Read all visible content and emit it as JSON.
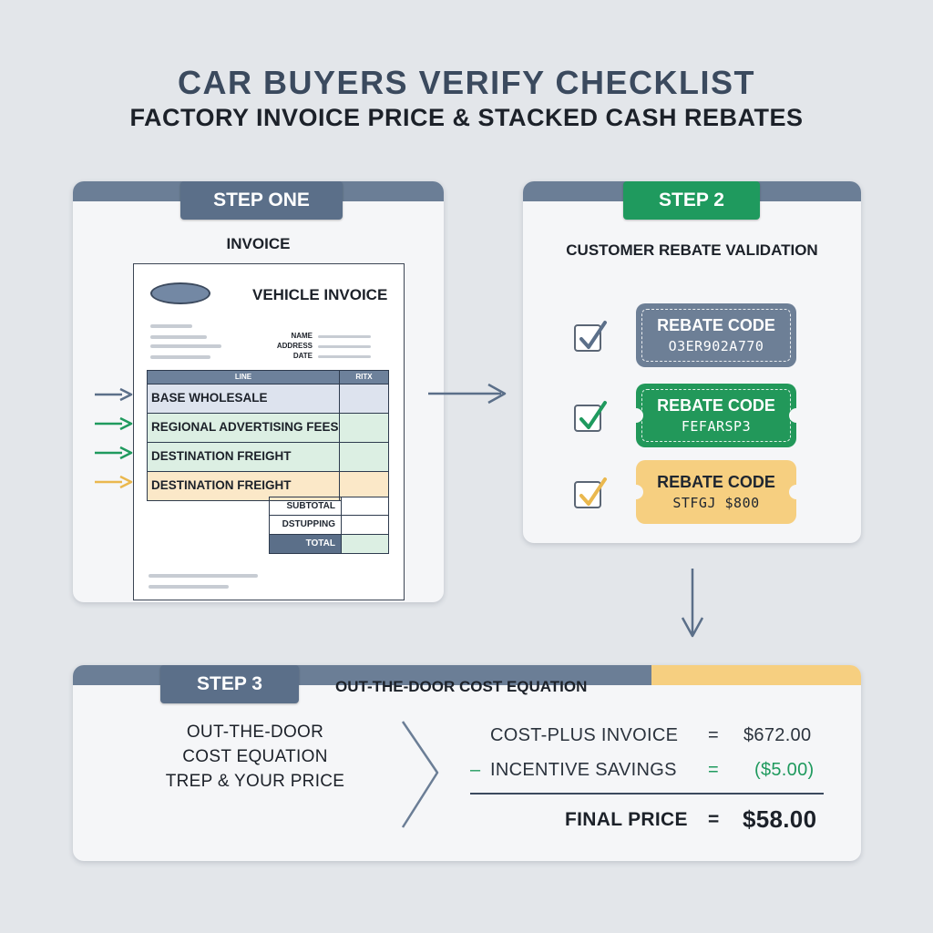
{
  "header": {
    "title": "CAR BUYERS VERIFY CHECKLIST",
    "subtitle": "FACTORY INVOICE  PRICE  &  STACKED CASH REBATES"
  },
  "step1": {
    "tab": "STEP ONE",
    "heading": "INVOICE",
    "paper_title": "VEHICLE INVOICE",
    "fields": [
      "NAME",
      "ADDRESS",
      "DATE"
    ],
    "table_headers": [
      "LINE",
      "RITX"
    ],
    "rows": [
      {
        "label": "BASE WHOLESALE",
        "fill": "#dde3ee",
        "arrow_color": "#5b6f89"
      },
      {
        "label": "REGIONAL ADVERTISING FEES",
        "fill": "#dcefe3",
        "arrow_color": "#1f9a5e"
      },
      {
        "label": "DESTINATION FREIGHT",
        "fill": "#dcefe3",
        "arrow_color": "#1f9a5e"
      },
      {
        "label": "DESTINATION FREIGHT",
        "fill": "#fbe8c8",
        "arrow_color": "#eab84e"
      }
    ],
    "summary": [
      "SUBTOTAL",
      "DSTUPPING",
      "TOTAL"
    ]
  },
  "step2": {
    "tab": "STEP 2",
    "heading": "CUSTOMER REBATE VALIDATION",
    "coupons": [
      {
        "name": "REBATE CODE",
        "code": "O3ER902A770",
        "style": "slate",
        "check_color": "#5b6f89"
      },
      {
        "name": "REBATE CODE",
        "code": "FEFARSP3",
        "style": "green",
        "check_color": "#1f9a5e"
      },
      {
        "name": "REBATE CODE",
        "code": "STFGJ $800",
        "style": "gold",
        "check_color": "#eab84e"
      }
    ]
  },
  "step3": {
    "tab": "STEP 3",
    "heading": "OUT-THE-DOOR COST EQUATION",
    "left_lines": [
      "OUT-THE-DOOR",
      "COST EQUATION",
      "TREP & YOUR PRICE"
    ],
    "lines": [
      {
        "sign": "",
        "label": "COST-PLUS INVOICE",
        "eq": "=",
        "value": "$672.00"
      },
      {
        "sign": "–",
        "label": "INCENTIVE SAVINGS",
        "eq": "=",
        "value": "($5.00)"
      }
    ],
    "final": {
      "label": "FINAL PRICE",
      "eq": "=",
      "value": "$58.00"
    }
  },
  "colors": {
    "slate": "#5b6f89",
    "green": "#1f9a5e",
    "gold": "#f6cf80",
    "background": "#e3e6ea"
  }
}
